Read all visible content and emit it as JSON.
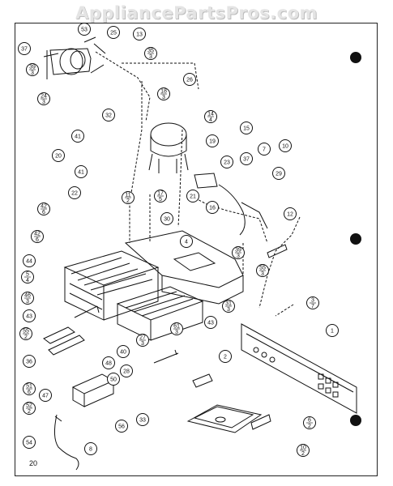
{
  "watermark": "AppliancePartsPros.com",
  "page_number": "20",
  "callouts": [
    {
      "id": "c53",
      "label": "53"
    },
    {
      "id": "c25",
      "label": "25"
    },
    {
      "id": "c13",
      "label": "13"
    },
    {
      "id": "c37a",
      "label": "37"
    },
    {
      "id": "c35-3",
      "label": "35/3"
    },
    {
      "id": "c39-3",
      "label": "39/3"
    },
    {
      "id": "c24-3",
      "label": "24/3"
    },
    {
      "id": "c26",
      "label": "26"
    },
    {
      "id": "c18-3",
      "label": "18/3"
    },
    {
      "id": "c32",
      "label": "32"
    },
    {
      "id": "c14-4",
      "label": "14/4"
    },
    {
      "id": "c15",
      "label": "15"
    },
    {
      "id": "c41a",
      "label": "41"
    },
    {
      "id": "c19",
      "label": "19"
    },
    {
      "id": "c7",
      "label": "7"
    },
    {
      "id": "c10",
      "label": "10"
    },
    {
      "id": "c20",
      "label": "20"
    },
    {
      "id": "c23",
      "label": "23"
    },
    {
      "id": "c37b",
      "label": "37"
    },
    {
      "id": "c41b",
      "label": "41"
    },
    {
      "id": "c29",
      "label": "29"
    },
    {
      "id": "c22",
      "label": "22"
    },
    {
      "id": "c11-2",
      "label": "11/2"
    },
    {
      "id": "c17-5",
      "label": "17/5"
    },
    {
      "id": "c21",
      "label": "21"
    },
    {
      "id": "c16",
      "label": "16"
    },
    {
      "id": "c42-6",
      "label": "42/6"
    },
    {
      "id": "c30",
      "label": "30"
    },
    {
      "id": "c12",
      "label": "12"
    },
    {
      "id": "c42-6b",
      "label": "42/6"
    },
    {
      "id": "c4",
      "label": "4"
    },
    {
      "id": "c39-3b",
      "label": "39/3"
    },
    {
      "id": "c44",
      "label": "44"
    },
    {
      "id": "c55-3",
      "label": "55/3"
    },
    {
      "id": "c5-4",
      "label": "5/4"
    },
    {
      "id": "c46-3",
      "label": "46/3"
    },
    {
      "id": "c31-3",
      "label": "31/3"
    },
    {
      "id": "c43a",
      "label": "43"
    },
    {
      "id": "c3-7",
      "label": "3/7"
    },
    {
      "id": "c43b",
      "label": "43"
    },
    {
      "id": "c61-3",
      "label": "61/3"
    },
    {
      "id": "c55-2",
      "label": "55/2"
    },
    {
      "id": "c27-3",
      "label": "27/3"
    },
    {
      "id": "c1",
      "label": "1"
    },
    {
      "id": "c36",
      "label": "36"
    },
    {
      "id": "c40",
      "label": "40"
    },
    {
      "id": "c2",
      "label": "2"
    },
    {
      "id": "c48",
      "label": "48"
    },
    {
      "id": "c28",
      "label": "28"
    },
    {
      "id": "c51-6",
      "label": "51/6"
    },
    {
      "id": "c50",
      "label": "50"
    },
    {
      "id": "c47",
      "label": "47"
    },
    {
      "id": "c52-2",
      "label": "52/2"
    },
    {
      "id": "c33",
      "label": "33"
    },
    {
      "id": "c56",
      "label": "56"
    },
    {
      "id": "c6-2",
      "label": "6/2"
    },
    {
      "id": "c54",
      "label": "54"
    },
    {
      "id": "c8",
      "label": "8"
    },
    {
      "id": "c10-2",
      "label": "10/2"
    }
  ]
}
